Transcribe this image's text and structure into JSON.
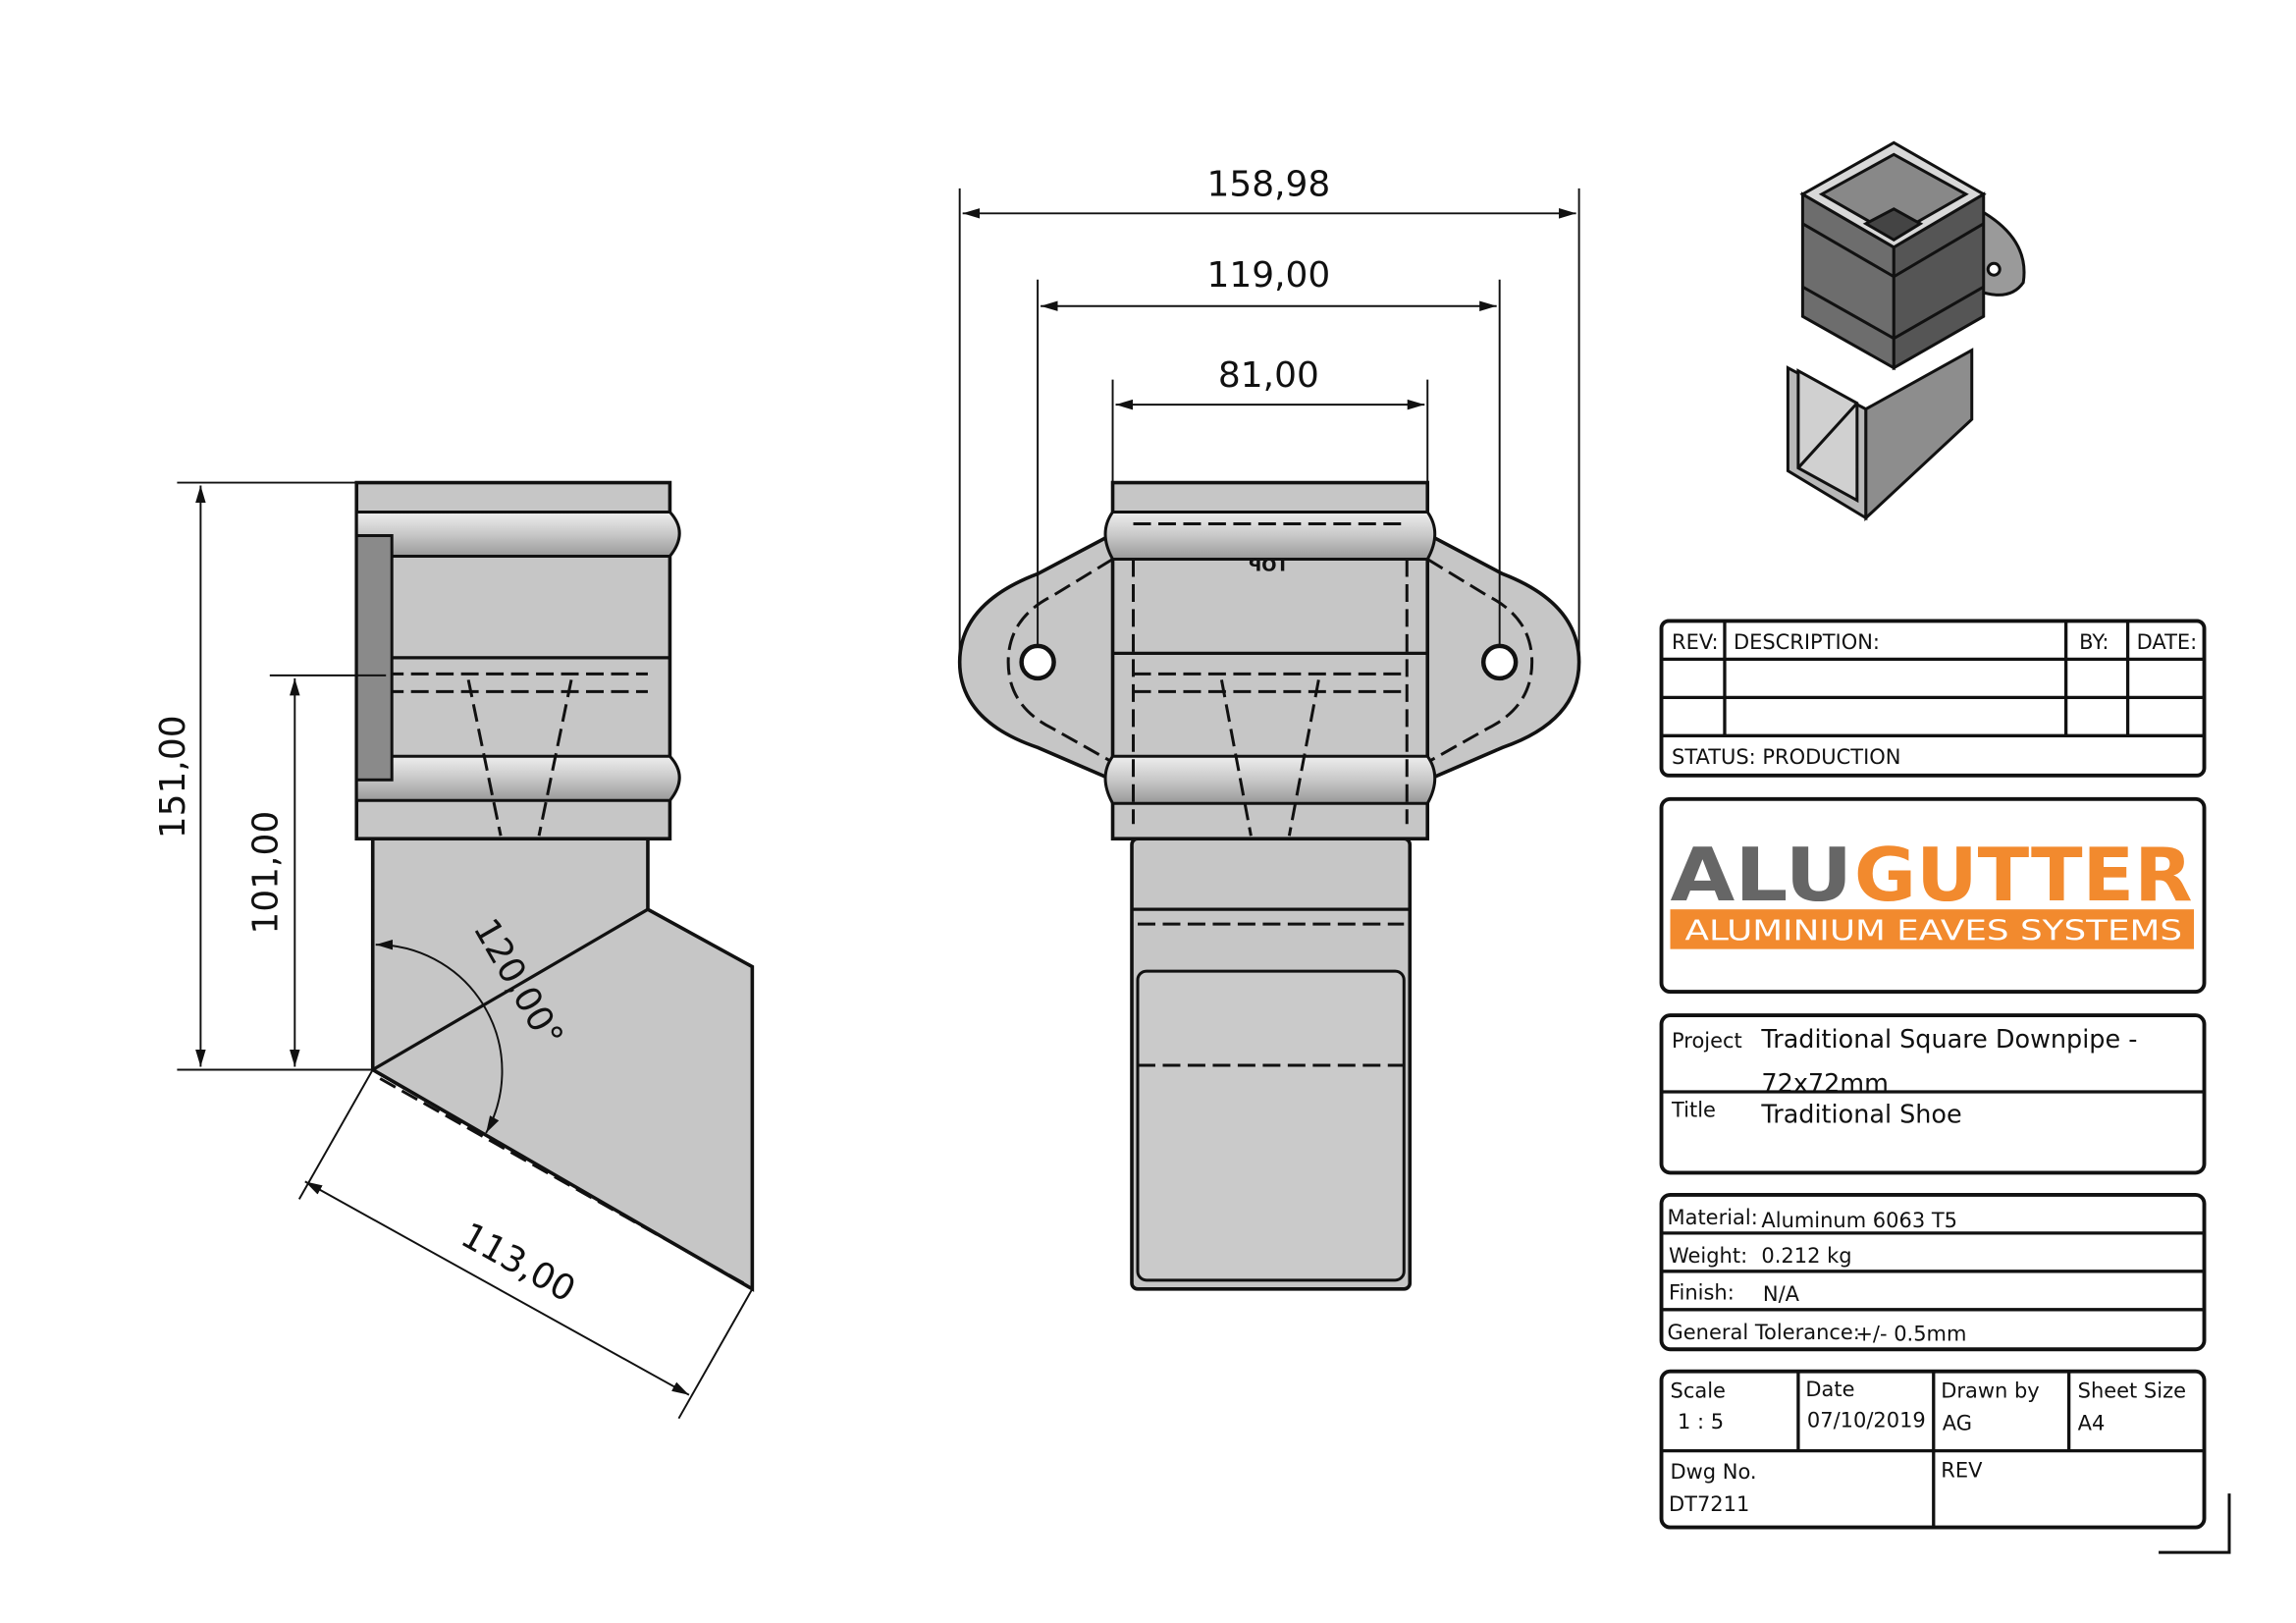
{
  "drawing": {
    "dimensions": {
      "overall_width": "158,98",
      "hole_centres": "119,00",
      "body_width": "81,00",
      "overall_height": "151,00",
      "outlet_height": "101,00",
      "outlet_length": "113,00",
      "outlet_angle": "120,00°"
    },
    "embossed_mark": "TOP"
  },
  "title_block": {
    "revision_table": {
      "headers": [
        "REV:",
        "DESCRIPTION:",
        "BY:",
        "DATE:"
      ],
      "rows": [
        [
          "",
          "",
          "",
          ""
        ],
        [
          "",
          "",
          "",
          ""
        ]
      ],
      "status": "STATUS: PRODUCTION"
    },
    "logo": {
      "brand_grey": "ALU",
      "brand_orange": "GUTTER",
      "tagline": "ALUMINIUM EAVES SYSTEMS",
      "grey": "#666666",
      "orange": "#f28a2e"
    },
    "project_label": "Project",
    "project_value_line1": "Traditional Square Downpipe -",
    "project_value_line2": "72x72mm",
    "title_label": "Title",
    "title_value": "Traditional Shoe",
    "material_label": "Material:",
    "material_value": "Aluminum 6063 T5",
    "weight_label": "Weight:",
    "weight_value": "0.212 kg",
    "finish_label": "Finish:",
    "finish_value": "N/A",
    "tolerance_label": "General Tolerance:",
    "tolerance_value": "+/- 0.5mm",
    "scale_label": "Scale",
    "scale_value": "1 : 5",
    "date_label": "Date",
    "date_value": "07/10/2019",
    "drawn_by_label": "Drawn by",
    "drawn_by_value": "AG",
    "sheet_size_label": "Sheet Size",
    "sheet_size_value": "A4",
    "dwg_no_label": "Dwg No.",
    "dwg_no_value": "DT7211",
    "rev_label": "REV"
  }
}
